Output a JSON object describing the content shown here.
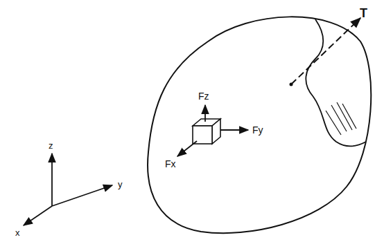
{
  "diagram": {
    "labels": [
      "T",
      "Fz",
      "Fy",
      "Fx",
      "z",
      "y",
      "x"
    ]
  }
}
